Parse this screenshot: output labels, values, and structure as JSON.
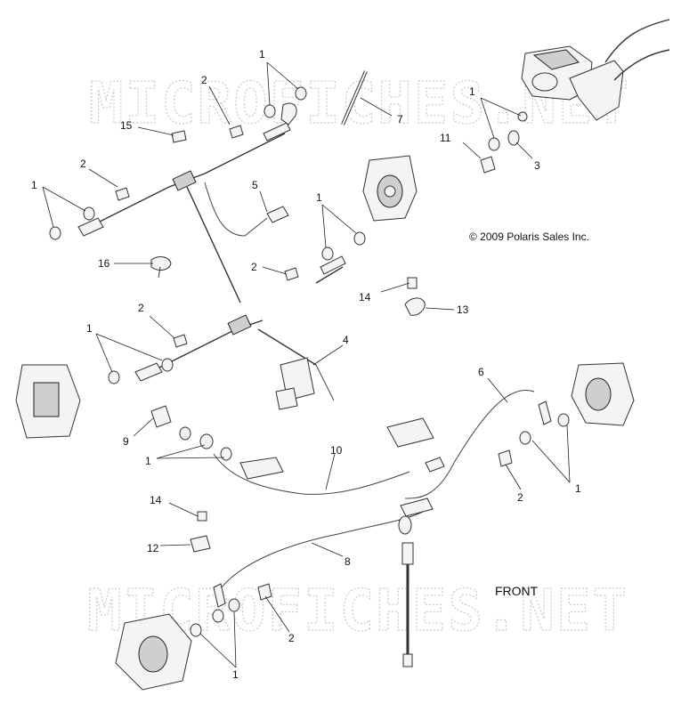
{
  "watermark_text": "MICROFICHES.NET",
  "copyright": "© 2009 Polaris Sales Inc.",
  "direction_label": "FRONT",
  "callouts": {
    "c1": "1",
    "c2": "2",
    "c3": "3",
    "c4": "4",
    "c5": "5",
    "c6": "6",
    "c7": "7",
    "c8": "8",
    "c9": "9",
    "c10": "10",
    "c11": "11",
    "c12": "12",
    "c13": "13",
    "c14": "14",
    "c15": "15",
    "c16": "16"
  }
}
